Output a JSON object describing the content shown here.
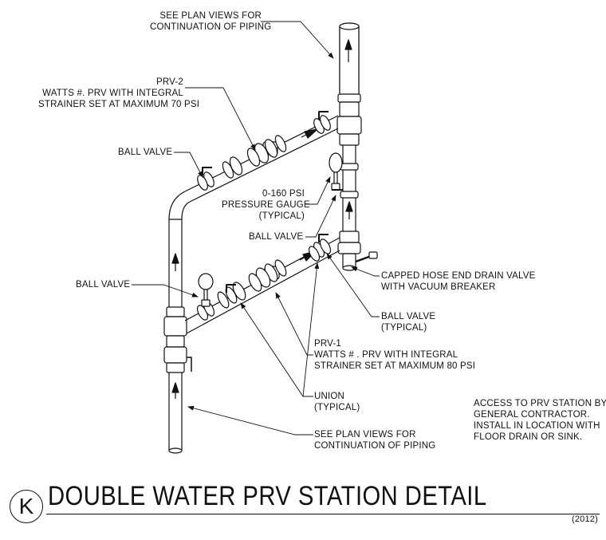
{
  "labels": {
    "see_plan_top": [
      "SEE PLAN VIEWS FOR",
      "CONTINUATION OF PIPING"
    ],
    "prv2": [
      "PRV-2",
      "WATTS #. PRV WITH INTEGRAL",
      "STRAINER SET AT MAXIMUM 70 PSI"
    ],
    "ball_valve_upper": [
      "BALL VALVE"
    ],
    "pressure_gauge": [
      "0-160 PSI",
      "PRESSURE GAUGE",
      "(TYPICAL)"
    ],
    "ball_valve_gauge": [
      "BALL VALVE"
    ],
    "ball_valve_left": [
      "BALL VALVE"
    ],
    "capped_drain": [
      "CAPPED HOSE END DRAIN VALVE",
      "WITH VACUUM BREAKER"
    ],
    "ball_valve_typical": [
      "BALL VALVE",
      "(TYPICAL)"
    ],
    "prv1": [
      "PRV-1",
      "WATTS # . PRV WITH INTEGRAL",
      "STRAINER SET AT MAXIMUM 80 PSI"
    ],
    "union": [
      "UNION",
      "(TYPICAL)"
    ],
    "see_plan_bottom": [
      "SEE PLAN VIEWS FOR",
      "CONTINUATION OF PIPING"
    ],
    "access_note": [
      "ACCESS TO PRV STATION BY",
      "GENERAL CONTRACTOR.",
      "INSTALL IN LOCATION WITH",
      "FLOOR DRAIN OR SINK."
    ]
  },
  "title": {
    "detail_letter": "K",
    "text": "DOUBLE WATER PRV STATION DETAIL",
    "year": "(2012)"
  }
}
